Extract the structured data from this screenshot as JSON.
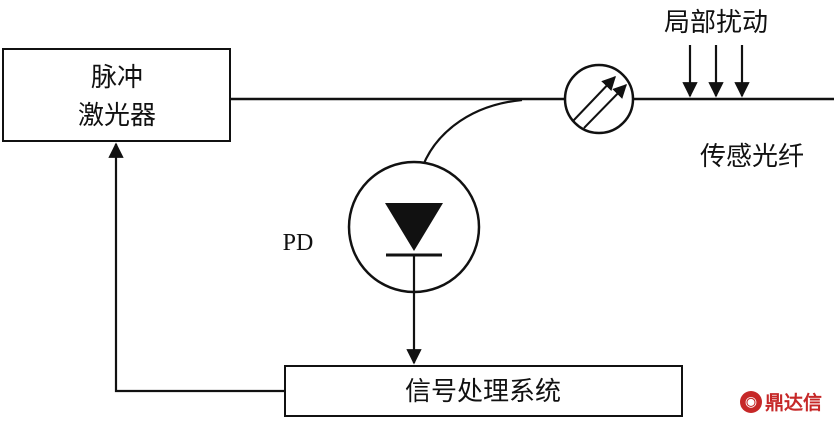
{
  "labels": {
    "laser_line1": "脉冲",
    "laser_line2": "激光器",
    "disturbance": "局部扰动",
    "sensing_fiber": "传感光纤",
    "pd": "PD",
    "signal_processing": "信号处理系统"
  },
  "watermark": {
    "text": "鼎达信",
    "color": "#c62828"
  },
  "colors": {
    "stroke": "#111111",
    "background": "#ffffff"
  }
}
